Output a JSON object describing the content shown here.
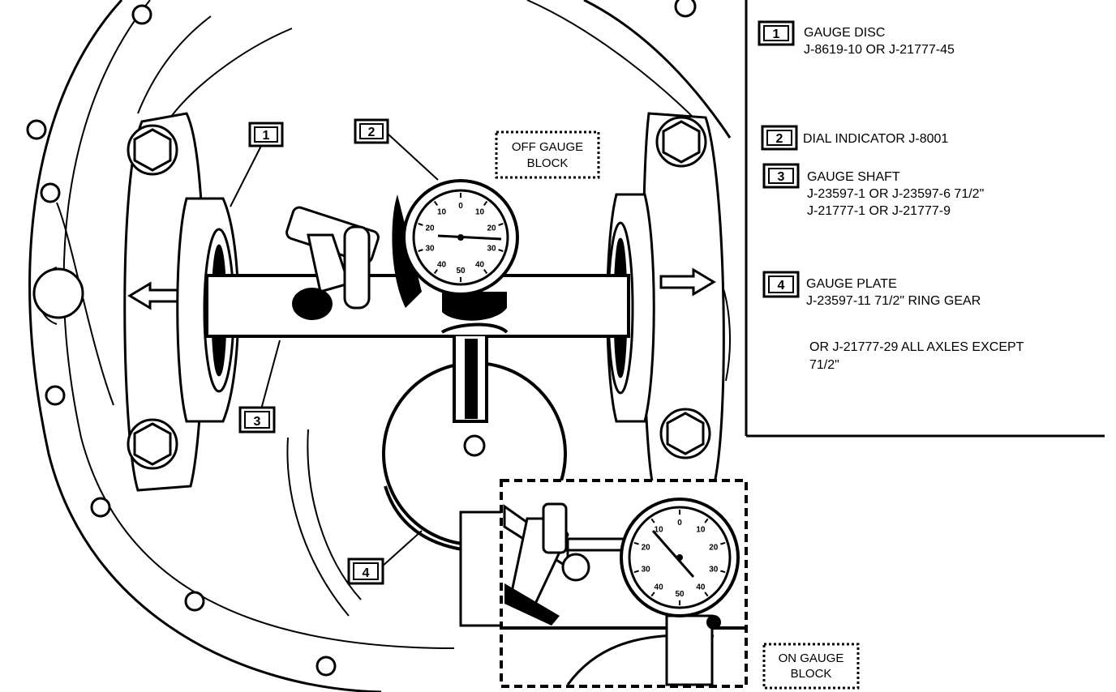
{
  "diagram": {
    "callouts": [
      {
        "number": "1"
      },
      {
        "number": "2"
      },
      {
        "number": "3"
      },
      {
        "number": "4"
      }
    ],
    "notes": {
      "off_gauge_block": [
        "OFF GAUGE",
        "BLOCK"
      ],
      "on_gauge_block": [
        "ON GAUGE",
        "BLOCK"
      ]
    },
    "dial_main": [
      "0",
      "10",
      "20",
      "30",
      "40",
      "50",
      "40",
      "30",
      "20",
      "10"
    ],
    "dial_inset": [
      "0",
      "10",
      "20",
      "30",
      "40",
      "50",
      "40",
      "30",
      "20",
      "10"
    ]
  },
  "legend": {
    "items": [
      {
        "number": "1",
        "lines": [
          "GAUGE DISC",
          "J-8619-10 OR J-21777-45"
        ]
      },
      {
        "number": "2",
        "lines": [
          "DIAL INDICATOR J-8001"
        ]
      },
      {
        "number": "3",
        "lines": [
          "GAUGE SHAFT",
          "J-23597-1 OR J-23597-6 71/2\"",
          "J-21777-1 OR J-21777-9"
        ]
      },
      {
        "number": "4",
        "lines": [
          "GAUGE PLATE",
          "J-23597-11 71/2\" RING GEAR"
        ]
      }
    ],
    "extra_lines": [
      "OR J-21777-29 ALL AXLES EXCEPT",
      "71/2\""
    ]
  }
}
